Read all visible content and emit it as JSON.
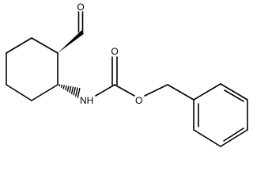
{
  "molecule": {
    "atoms": {
      "aldehyde_oxygen": "O",
      "amide_nitrogen": "NH",
      "carbonyl_oxygen": "O",
      "ester_oxygen": "O"
    }
  }
}
